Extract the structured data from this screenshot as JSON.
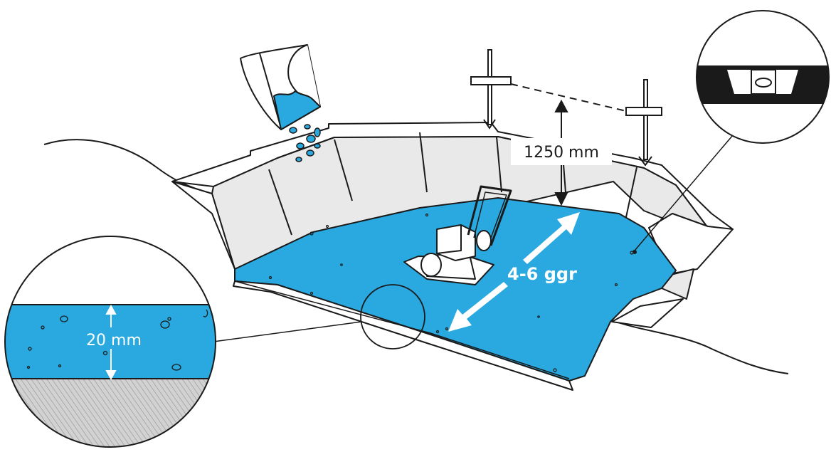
{
  "labels": {
    "depth": "1250 mm",
    "turns": "4-6 ggr",
    "layer": "20 mm"
  },
  "colors": {
    "gravel": "#29a9e0",
    "wall": "#e9e9e9",
    "ink": "#1a1a1a",
    "ground_hatch": "#c8c8c8",
    "label_on_blue": "#ffffff"
  },
  "icons": [
    "shovel-icon",
    "plate-compactor-icon",
    "spirit-level-icon",
    "stake-icon"
  ]
}
